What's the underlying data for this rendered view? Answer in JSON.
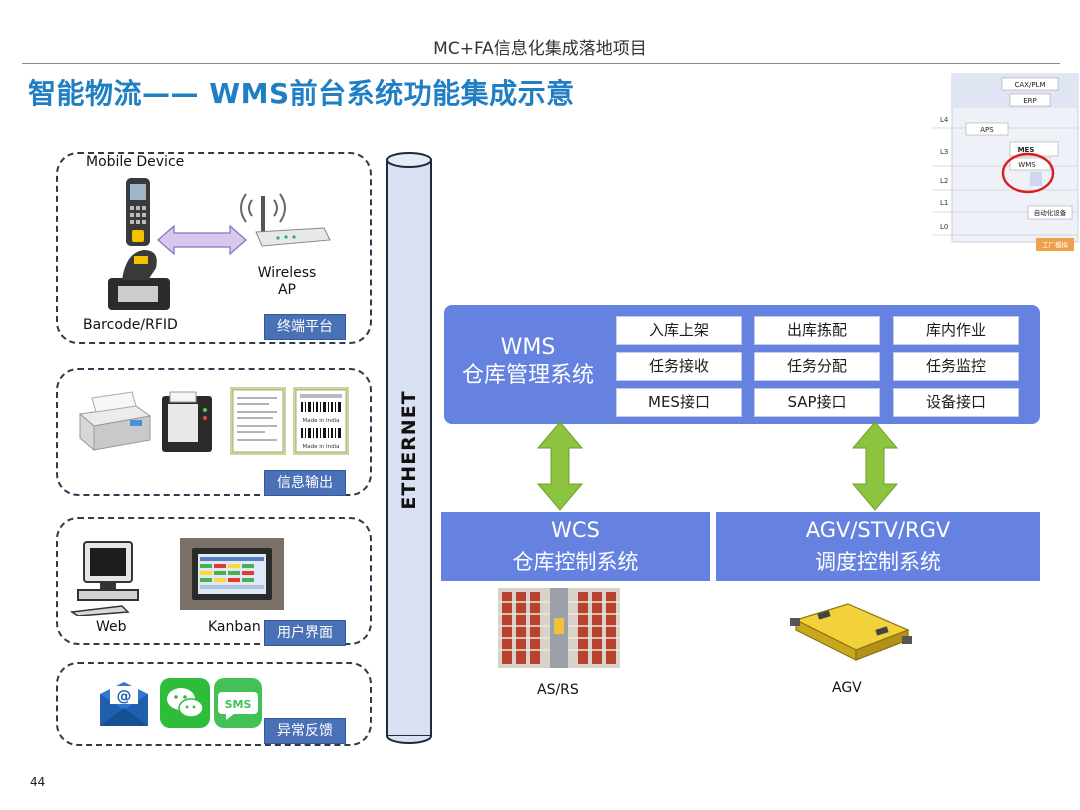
{
  "header": {
    "title": "MC+FA信息化集成落地项目"
  },
  "slide": {
    "title": "智能物流—— WMS前台系统功能集成示意",
    "page_number": "44"
  },
  "left_groups": {
    "terminal": {
      "tag": "终端平台",
      "mobile_label": "Mobile Device",
      "wireless_label": "Wireless\nAP",
      "barcode_label": "Barcode/RFID"
    },
    "output": {
      "tag": "信息输出",
      "label_print_top": "Made in India",
      "label_print_bottom": "Made in India"
    },
    "ui": {
      "tag": "用户界面",
      "web_label": "Web",
      "kanban_label": "Kanban"
    },
    "alert": {
      "tag": "异常反馈",
      "sms_text": "SMS"
    }
  },
  "ethernet": {
    "label": "ETHERNET"
  },
  "wms": {
    "name_line1": "WMS",
    "name_line2": "仓库管理系统",
    "functions": [
      [
        "入库上架",
        "出库拣配",
        "库内作业"
      ],
      [
        "任务接收",
        "任务分配",
        "任务监控"
      ],
      [
        "MES接口",
        "SAP接口",
        "设备接口"
      ]
    ]
  },
  "wcs": {
    "line1": "WCS",
    "line2": "仓库控制系统",
    "device_label": "AS/RS"
  },
  "agv": {
    "line1": "AGV/STV/RGV",
    "line2": "调度控制系统",
    "device_label": "AGV"
  },
  "mini_diagram": {
    "levels": [
      "L4",
      "L3",
      "L2",
      "L1",
      "L0"
    ],
    "boxes": {
      "cax": "CAX/PLM",
      "erp": "ERP",
      "aps": "APS",
      "mes": "MES",
      "wms": "WMS",
      "auto": "自动化设备",
      "factory": "工厂模拟"
    }
  },
  "colors": {
    "title_blue": "#1f7fc4",
    "panel_blue": "#6682e0",
    "tag_blue": "#4a70b5",
    "arrow_green": "#8cc43f",
    "bus_fill": "#d8e0f1",
    "dash_border": "#2e3b4e"
  },
  "icons": {
    "mobile": "handheld-scanner-icon",
    "wireless": "wireless-router-icon",
    "barcode": "barcode-scanner-icon",
    "printer": "laser-printer-icon",
    "label_printer": "label-printer-icon",
    "web": "desktop-computer-icon",
    "kanban": "kanban-monitor-icon",
    "email": "email-icon",
    "wechat": "wechat-icon",
    "sms": "sms-icon",
    "asrs": "asrs-rack-icon",
    "agv": "agv-vehicle-icon"
  }
}
